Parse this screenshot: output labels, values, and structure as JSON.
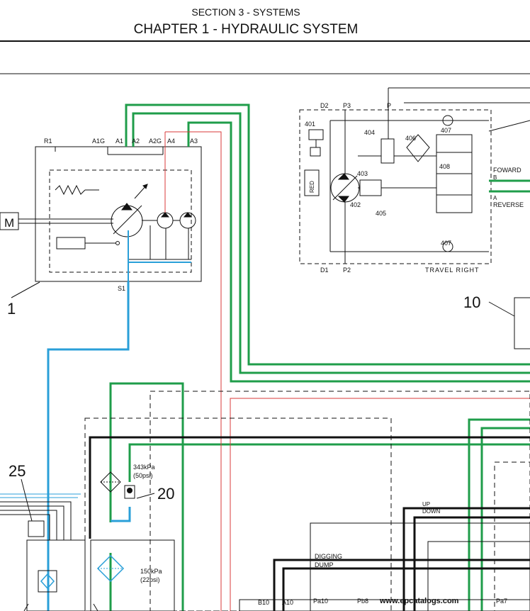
{
  "header": {
    "section": "SECTION 3 - SYSTEMS",
    "chapter": "CHAPTER 1 - HYDRAULIC SYSTEM"
  },
  "pump": {
    "motor_letter": "M",
    "callout": "1",
    "ports": [
      "R1",
      "A1G",
      "A1",
      "A2",
      "A2G",
      "A4",
      "A3"
    ],
    "s_port": "S1"
  },
  "travel_motor": {
    "ports_top": [
      "D2",
      "P3",
      "P"
    ],
    "ports_bottom": [
      "D1",
      "P2"
    ],
    "parts": [
      "401",
      "404",
      "406",
      "407",
      "408",
      "403",
      "402",
      "405",
      "407"
    ],
    "red_label": "RED",
    "foward_label": "FOWARD",
    "b_label": "B",
    "a_label": "A",
    "reverse_label": "REVERSE",
    "travel_label": "TRAVEL RIGHT"
  },
  "callouts": {
    "c10": "10",
    "c25": "25",
    "c20": "20"
  },
  "filter_block": {
    "pressure_kpa": "343kPa",
    "pressure_psi": "(50psi)",
    "pressure2_kpa": "150kPa",
    "pressure2_psi": "(22psi)"
  },
  "valve_block": {
    "up": "UP",
    "down": "DOWN",
    "digging": "DIGGING",
    "dump": "DUMP",
    "ports": [
      "B10",
      "A10",
      "Pa10",
      "Pb8",
      "Pa7"
    ]
  },
  "watermark": "www.epcatalogs.com",
  "colors": {
    "green": "#1f9d4a",
    "blue": "#2a9fd8",
    "red": "#d83a3a",
    "black": "#111111"
  }
}
